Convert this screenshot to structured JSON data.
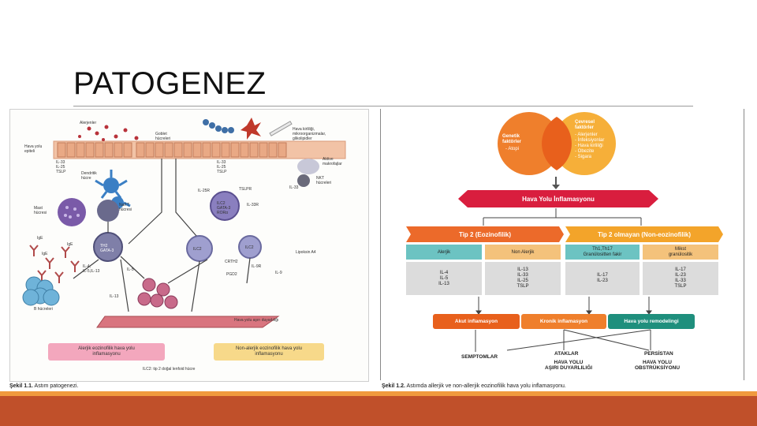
{
  "slide": {
    "title": "PATOGENEZ",
    "colors": {
      "accent_orange": "#f09a3e",
      "accent_red": "#c0502a"
    }
  },
  "figure1": {
    "caption_label": "Şekil 1.1.",
    "caption_text": "Astım patogenezi.",
    "labels": {
      "alerjenler": "Alerjenler",
      "hava_yolu_epiteli": "Hava yolu\nepiteli",
      "goblet": "Goblet\nhücreleri",
      "kirlilik": "Hava kirliliği,\nmikroorganizmalar,\nglikolipidler",
      "il_left": "IL-33\nIL-25\nTSLP",
      "il_mid": "IL-33\nIL-25\nTSLP",
      "dendritik": "Dendritik\nhücre",
      "aktive": "Aktive\nmakrofajlar",
      "nkt": "NKT\nhücreleri",
      "il33": "IL-33",
      "mast": "Mast\nhücresi",
      "naive": "Naif T\nhücresi",
      "il25r": "IL-25R",
      "tslpr": "TSLPR",
      "ilc2_gata": "ILC2\nGATA-3\nRORα",
      "il33r": "IL-33R",
      "ige1": "IgE",
      "ige2": "IgE",
      "ige3": "IgE",
      "th2": "TH2\nGATA-3",
      "il4_513": "IL-4,\nIL-5,IL-13",
      "il5": "IL-5",
      "il13": "IL-13",
      "ilc2": "ILC2",
      "ilc2b": "ILC2",
      "lipoksin": "Lipoksin A4",
      "crth2": "CRTH2",
      "pgd2": "PGD2",
      "il9r": "IL-9R",
      "il9": "IL-9",
      "b_hucre": "B hücreleri",
      "asiri": "Hava yolu aşırı duyarlılığı",
      "box_alerjik": "Alerjik eozinofilik hava yolu\ninflamasyonu",
      "box_nonalerjik": "Non-alerjik eozinofilik hava yolu\ninflamasyonu",
      "foot": "ILC2: tip 2 doğal lenfoid hücre"
    }
  },
  "figure2": {
    "caption_label": "Şekil 1.2.",
    "caption_text": "Astımda allerjik ve non-allerjik eozinofilik hava yolu inflamasyonu.",
    "venn_left_title": "Genetik\nfaktörler",
    "venn_left_items": "- Atopi",
    "venn_right_title": "Çevresel\nfaktörler",
    "venn_right_items": "- Alerjenler\n- İnfeksiyonlar\n- Hava kirliliği\n- Obezite\n- Sigara",
    "main_banner": "Hava Yolu İnflamasyonu",
    "tip2": "Tip 2 (Eozinofilik)",
    "tip2_olmayan": "Tip 2 olmayan (Non-eozinofilik)",
    "sub_alerjik": "Alerjik",
    "sub_nonalerjik": "Non Alerjik",
    "sub_th1": "Th1,Th17\nGranülositten fakir",
    "sub_mikst": "Mikst\ngranülositik",
    "cyt_1": "IL-4\nIL-5\nIL-13",
    "cyt_2": "IL-13\nIL-33\nIL-25\nTSLP",
    "cyt_3": "IL-17\nIL-23",
    "cyt_4": "IL-17\nIL-23\nIL-33\nTSLP",
    "akut": "Akut inflamasyon",
    "kronik": "Kronik inflamasyon",
    "remodel": "Hava yolu remodelingi",
    "semptomlar": "SEMPTOMLAR",
    "ataklar": "ATAKLAR",
    "hava_asiri": "HAVA YOLU\nAŞIRI DUYARLILIĞI",
    "persistan": "PERSİSTAN",
    "obstruksiyon": "HAVA YOLU\nOBSTRÜKSİYONU"
  }
}
